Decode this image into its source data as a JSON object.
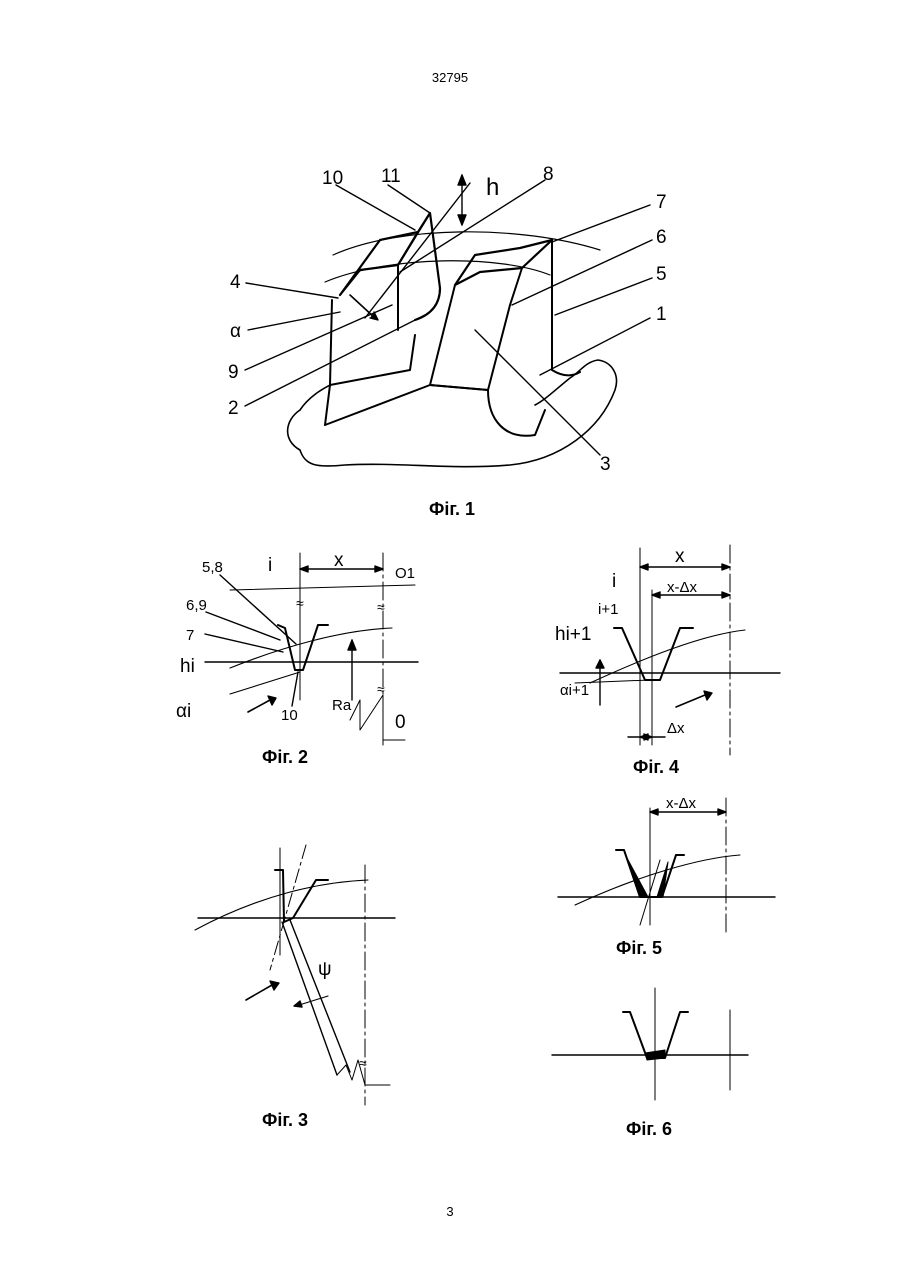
{
  "page": {
    "header_number": "32795",
    "footer_number": "3"
  },
  "fig1": {
    "caption": "Фіг. 1",
    "labels": [
      "10",
      "11",
      "h",
      "8",
      "7",
      "6",
      "5",
      "1",
      "4",
      "α",
      "9",
      "2",
      "3"
    ]
  },
  "fig2": {
    "caption": "Фіг. 2",
    "labels": {
      "s58": "5,8",
      "i": "i",
      "x": "x",
      "o1": "O1",
      "s69": "6,9",
      "s7": "7",
      "hi": "hi",
      "ai": "αi",
      "s10": "10",
      "ra": "Ra",
      "o": "0"
    }
  },
  "fig3": {
    "caption": "Фіг. 3",
    "labels": {
      "psi": "ψ"
    }
  },
  "fig4": {
    "caption": "Фіг. 4",
    "labels": {
      "x": "x",
      "i": "i",
      "x_dx": "x-Δx",
      "i1": "i+1",
      "hi1": "hi+1",
      "ai1": "αi+1",
      "dx": "Δx"
    }
  },
  "fig5": {
    "caption": "Фіг. 5",
    "labels": {
      "x_dx": "x-Δx"
    }
  },
  "fig6": {
    "caption": "Фіг. 6"
  }
}
